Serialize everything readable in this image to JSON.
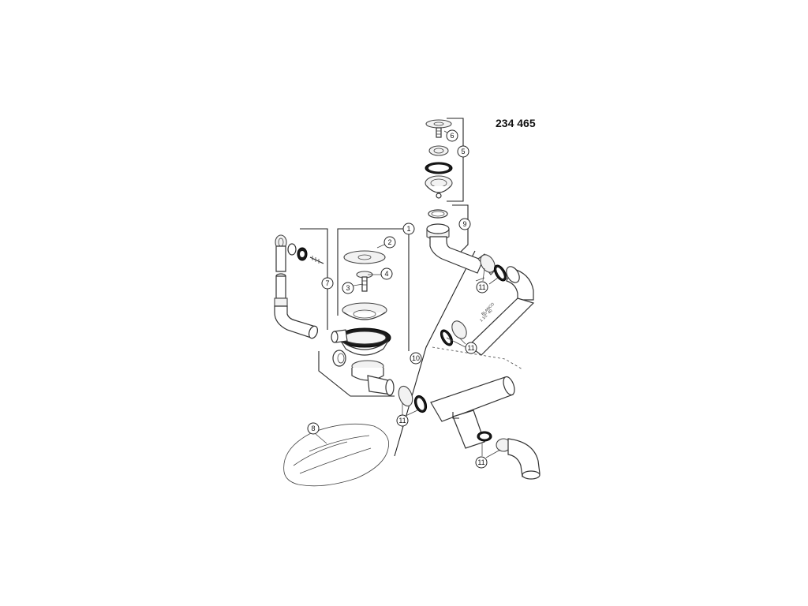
{
  "diagram": {
    "part_number": "234 465",
    "callouts": {
      "c1": "1",
      "c2": "2",
      "c3": "3",
      "c4": "4",
      "c5": "5",
      "c6": "6",
      "c7": "7",
      "c8": "8",
      "c9": "9",
      "c10": "10",
      "c11a": "11",
      "c11b": "11",
      "c11c": "11",
      "c11d": "11"
    },
    "pipe_markings": {
      "line1": "BLANCO",
      "line2": "1 1/2\" 40"
    },
    "colors": {
      "line": "#222222",
      "seal": "#1a1a1a",
      "mat": "#9a9a9a"
    }
  }
}
